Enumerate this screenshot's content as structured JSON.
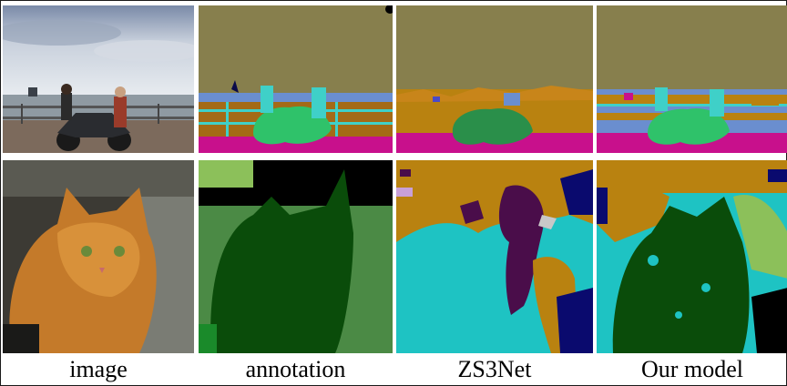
{
  "captions": {
    "image": "image",
    "annotation": "annotation",
    "zs3net": "ZS3Net",
    "our_model": "Our model"
  },
  "rows": [
    {
      "name": "motorbike-row",
      "description_label": ""
    },
    {
      "name": "cat-row",
      "description_label": ""
    }
  ],
  "palette": {
    "sky": "#877f4d",
    "fence_brown": "#a46a16",
    "water_blue": "#6a8ecf",
    "motorbike_green": "#2fc26a",
    "person_cyan": "#3fd0c8",
    "road_magenta": "#c8108c",
    "cat_dark_green": "#0a4c0a",
    "wall_green": "#4b8a45",
    "teal": "#1ec3c3",
    "orange": "#b98210",
    "purple": "#4a0d4a",
    "navy": "#0a0a6e"
  }
}
